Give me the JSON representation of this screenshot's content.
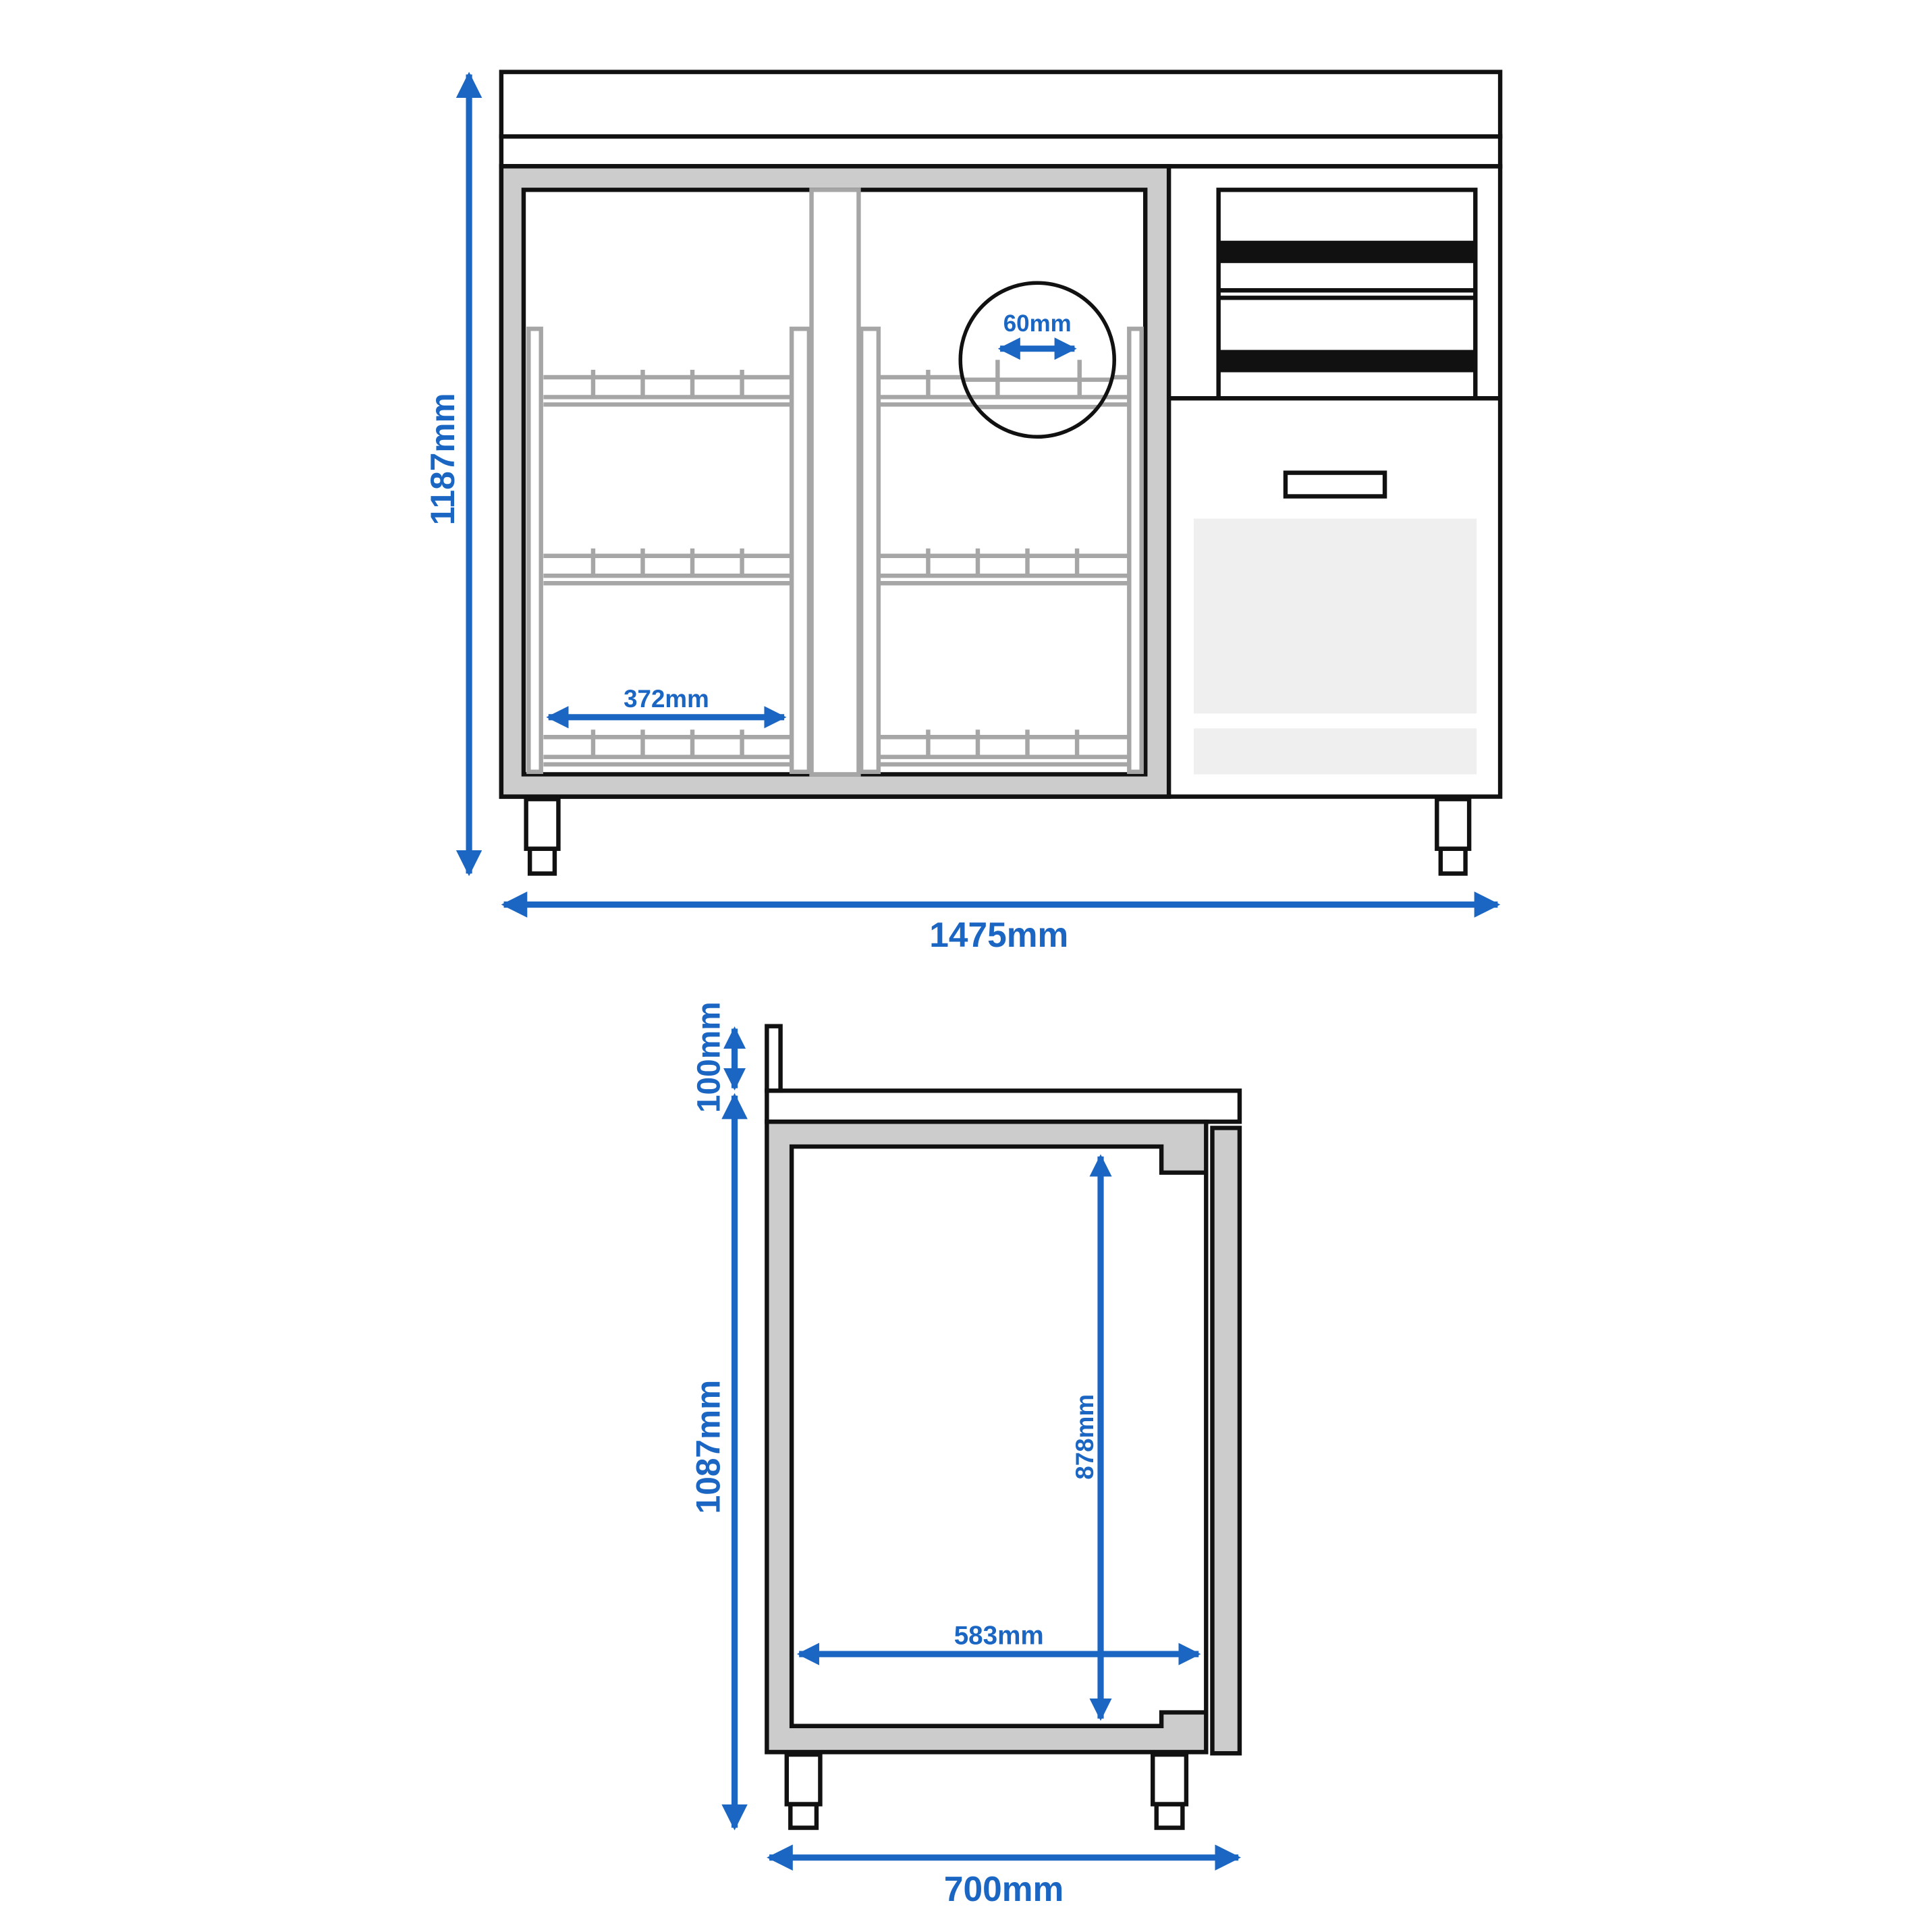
{
  "colors": {
    "dimension": "#1a66c2",
    "outline": "#111111",
    "frame_fill": "#cccccc",
    "rack": "#a6a6a6",
    "panel_fill": "#efefef"
  },
  "front_view": {
    "height_label": "1187mm",
    "width_label": "1475mm",
    "shelf_width_label": "372mm",
    "rack_spacing_label": "60mm"
  },
  "side_view": {
    "upstand_label": "100mm",
    "body_height_label": "1087mm",
    "interior_height_label": "878mm",
    "interior_depth_label": "583mm",
    "depth_label": "700mm"
  }
}
